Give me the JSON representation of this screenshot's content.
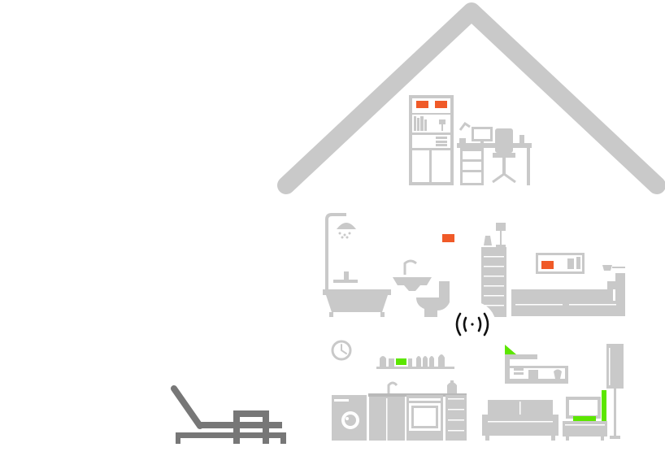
{
  "colors": {
    "house": "#c9c9c9",
    "furniture": "#c4c4c4",
    "device_active_orange": "#f05a28",
    "device_active_green": "#5ce600",
    "background": "#ffffff",
    "hub_icon": "#111111"
  },
  "scene": {
    "icons": [
      "roof-icon",
      "wifi-hub-icon",
      "clock-icon",
      "sun-lounger-icon"
    ],
    "devices": [
      {
        "name": "attic-shelf-device-left",
        "state": "orange"
      },
      {
        "name": "attic-shelf-device-right",
        "state": "orange"
      },
      {
        "name": "bathroom-wall-device",
        "state": "orange"
      },
      {
        "name": "bedroom-shelf-device",
        "state": "orange"
      },
      {
        "name": "kitchen-shelf-device",
        "state": "green"
      },
      {
        "name": "living-room-shelf-device",
        "state": "green"
      },
      {
        "name": "tv-side-device",
        "state": "green"
      }
    ]
  }
}
